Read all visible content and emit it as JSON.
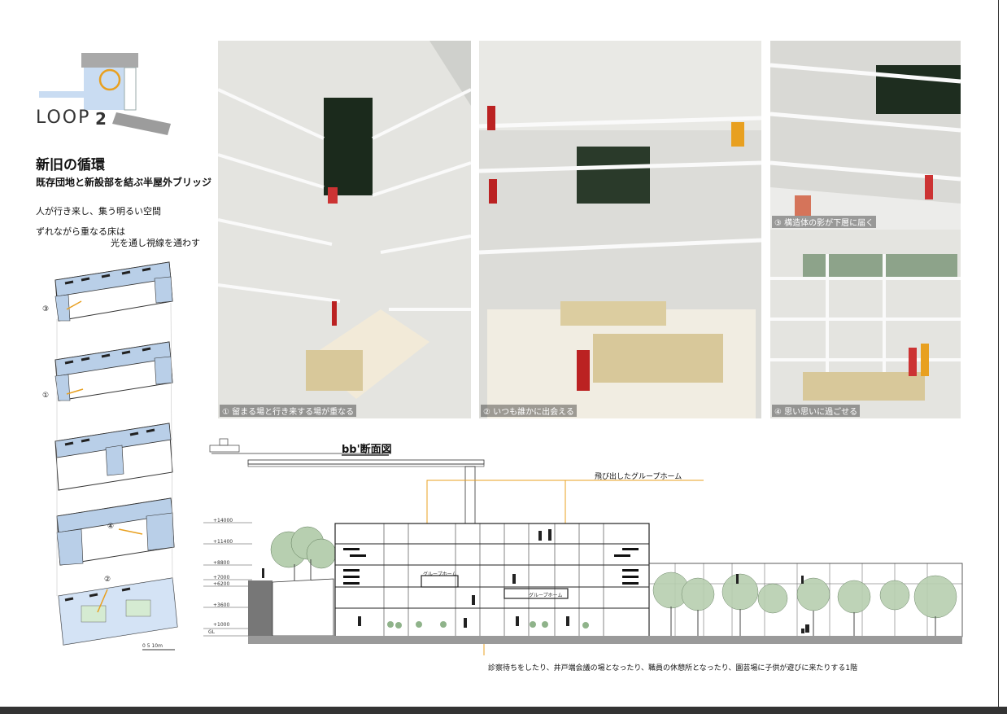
{
  "logo": {
    "word": "LOOP",
    "number": "2"
  },
  "heading": {
    "title": "新旧の循環",
    "subtitle": "既存団地と新設部を結ぶ半屋外ブリッジ",
    "line1": "人が行き来し、集う明るい空間",
    "line2": "ずれながら重なる床は",
    "line3": "光を通し視線を通わす"
  },
  "photos": [
    {
      "caption": "① 留まる場と行き来する場が重なる"
    },
    {
      "caption": "② いつも誰かに出会える"
    },
    {
      "caption": "③ 構造体の影が下層に届く"
    },
    {
      "caption": "④ 思い思いに過ごせる"
    }
  ],
  "plans": {
    "markers": [
      "③",
      "①",
      "④",
      "②"
    ],
    "scale": "0  5  10m"
  },
  "section": {
    "title": "bb'断面図",
    "annotation_top": "飛び出したグループホーム",
    "annotation_bottom": "診察待ちをしたり、井戸端会議の場となったり、職員の休憩所となったり、園芸場に子供が遊びに来たりする1階",
    "label_gh1": "グループホーム",
    "label_gh2": "グループホーム",
    "levels": [
      "+14000",
      "+11400",
      "+8800",
      "+7000",
      "+6200",
      "+3600",
      "+1000",
      "GL"
    ]
  },
  "colors": {
    "accent": "#e8a020",
    "plan_blue": "#b9cfe8",
    "ground": "#9a9a9a"
  }
}
